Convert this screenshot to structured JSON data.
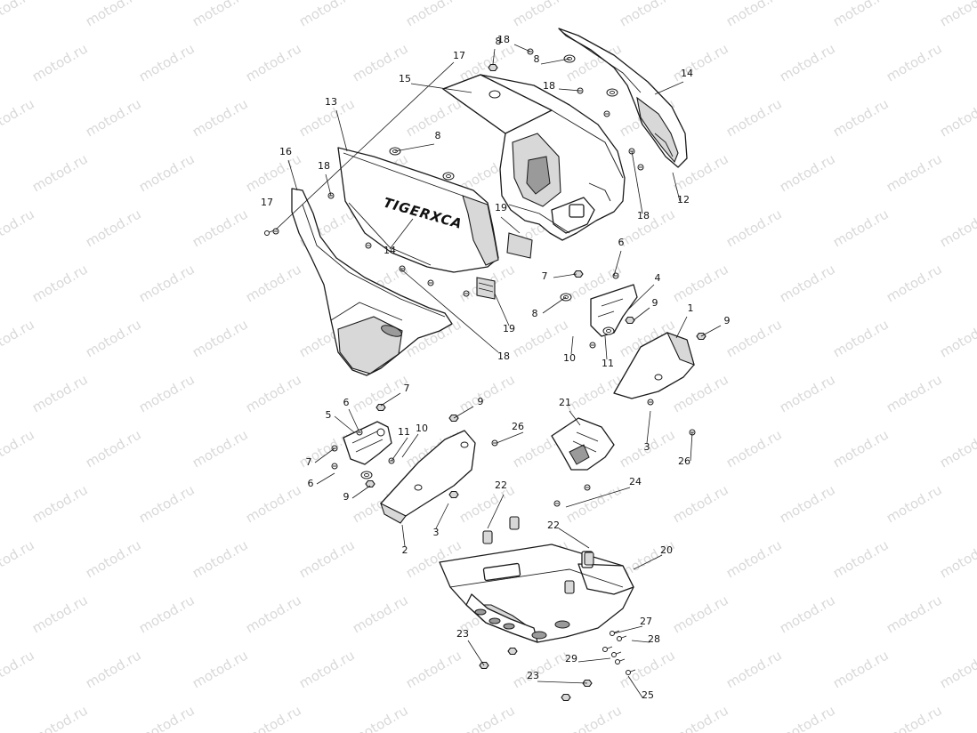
{
  "watermark": "motod.ru",
  "logo_text": "TIGERXCA",
  "callouts": [
    "1",
    "2",
    "3",
    "3",
    "4",
    "5",
    "6",
    "6",
    "6",
    "7",
    "7",
    "7",
    "8",
    "8",
    "8",
    "8",
    "9",
    "9",
    "9",
    "9",
    "10",
    "10",
    "11",
    "11",
    "12",
    "13",
    "14",
    "14",
    "15",
    "16",
    "17",
    "17",
    "18",
    "18",
    "18",
    "18",
    "18",
    "19",
    "19",
    "20",
    "21",
    "22",
    "22",
    "23",
    "23",
    "24",
    "25",
    "26",
    "26",
    "27",
    "28",
    "29"
  ],
  "colors": {
    "line": "#1a1a1a",
    "watermark": "#d9d9d9",
    "fill": "#ffffff",
    "shade": "#d8d8d8"
  }
}
